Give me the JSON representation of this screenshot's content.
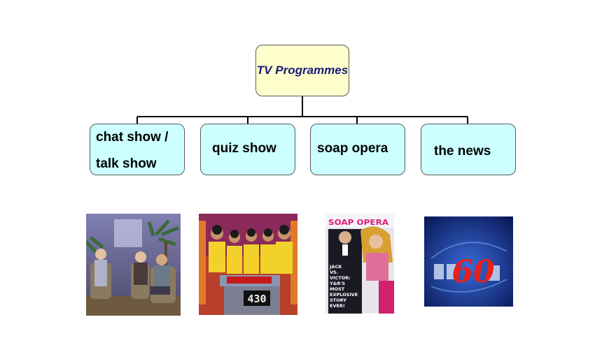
{
  "diagram": {
    "root": {
      "label": "TV Programmes"
    },
    "children": [
      {
        "lines": [
          "chat show /",
          "talk show"
        ]
      },
      {
        "lines": [
          "quiz show"
        ]
      },
      {
        "lines": [
          "soap opera"
        ]
      },
      {
        "lines": [
          "the news"
        ]
      }
    ]
  },
  "photos": {
    "quiz_score": "430",
    "magazine_masthead": "SOAP OPERA",
    "magazine_cover_text": [
      "JACK",
      "VS.",
      "VICTOR:",
      "Y&R'S",
      "MOST",
      "EXPLOSIVE",
      "STORY",
      "EVER!"
    ],
    "news_logo_number": "60"
  },
  "colors": {
    "root_fill": "#ffffcc",
    "root_text": "#1a1a7a",
    "child_fill": "#ccffff",
    "connector": "#000000"
  }
}
